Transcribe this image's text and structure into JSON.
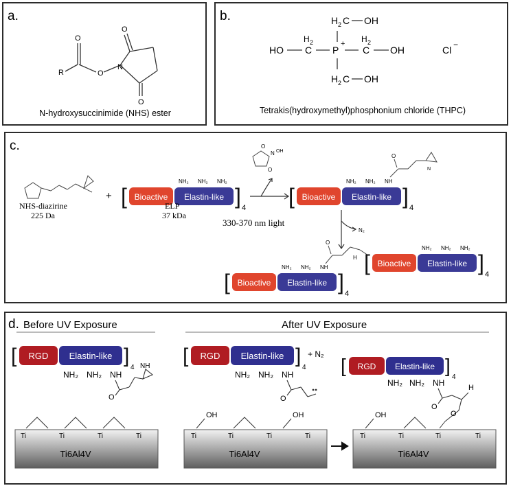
{
  "panel_a": {
    "letter": "a.",
    "caption": "N-hydroxysuccinimide (NHS) ester",
    "atoms": {
      "r": "R",
      "o": "O",
      "n": "N",
      "o_top": "O",
      "o_bottom": "O",
      "o_carbonyl": "O"
    }
  },
  "panel_b": {
    "letter": "b.",
    "caption": "Tetrakis(hydroxymethyl)phosphonium chloride (THPC)",
    "atoms": {
      "ho_left": "HO",
      "c_left": "C",
      "h2_left": "H",
      "p": "P",
      "plus": "+",
      "c_right": "C",
      "h2_right": "H",
      "oh_right": "OH",
      "h2c_top": "H",
      "oh_top": "OH",
      "h2c_bottom": "H",
      "oh_bottom": "OH",
      "sub2": "2",
      "dash": "—",
      "cl": "Cl",
      "minus": "−"
    }
  },
  "panel_c": {
    "letter": "c.",
    "nhs_diazirine": {
      "name": "NHS-diazirine",
      "mass": "225 Da"
    },
    "plus": "+",
    "elp": {
      "name": "ELP",
      "mass": "37 kDa"
    },
    "bioactive": "Bioactive",
    "elastin": "Elastin-like",
    "nh2": "NH₂",
    "nh": "NH",
    "repeat": "4",
    "light": "330-370 nm light",
    "n2": "N₂",
    "oh": "OH",
    "o": "O",
    "n": "N",
    "h": "H"
  },
  "panel_d": {
    "letter": "d.",
    "before": "Before UV Exposure",
    "after": "After UV Exposure",
    "rgd": "RGD",
    "elastin": "Elastin-like",
    "nh2": "NH₂",
    "nh": "NH",
    "repeat": "4",
    "plus_n2": "+ N₂",
    "ti": "Ti",
    "oh": "OH",
    "o": "O",
    "h": "H",
    "substrate": "Ti6Al4V",
    "colors": {
      "rgd": "#b01c22",
      "elastin": "#2f2f8f",
      "bioactive": "#e0452d",
      "substrate_top": "#e9e9e9",
      "substrate_bottom": "#6e6e6e"
    }
  }
}
